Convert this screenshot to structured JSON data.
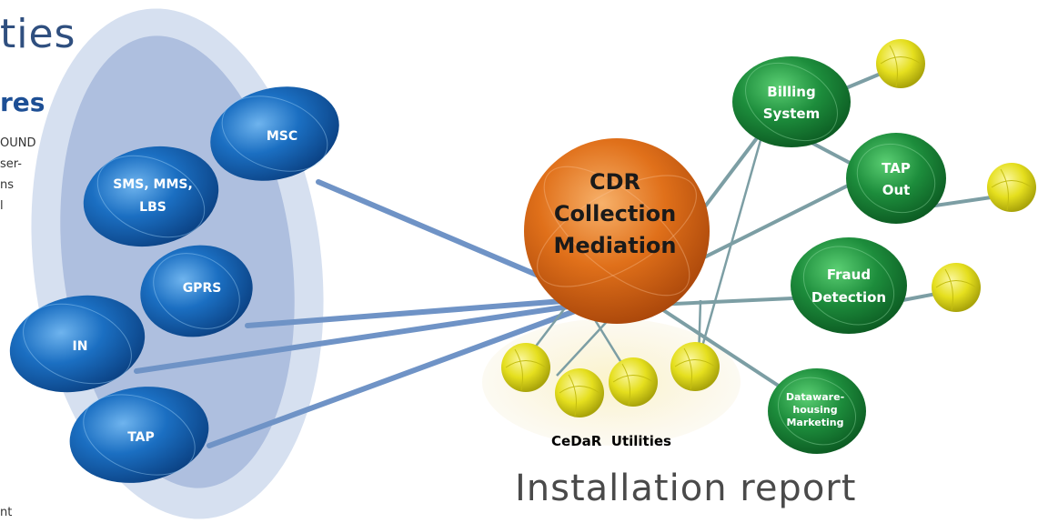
{
  "header": {
    "title_fragment": "ties",
    "subtitle_fragment": "res"
  },
  "side_text": [
    "OUND",
    "ser-",
    "ns",
    "l",
    "nt"
  ],
  "footer": {
    "title": "Installation report"
  },
  "sources": [
    {
      "id": "msc",
      "lines": [
        "MSC"
      ]
    },
    {
      "id": "sms",
      "lines": [
        "SMS, MMS,",
        "LBS"
      ]
    },
    {
      "id": "gprs",
      "lines": [
        "GPRS"
      ]
    },
    {
      "id": "in",
      "lines": [
        "IN"
      ]
    },
    {
      "id": "tap",
      "lines": [
        "TAP"
      ]
    }
  ],
  "hub": {
    "lines": [
      "CDR",
      "Collection",
      "Mediation"
    ]
  },
  "outputs": [
    {
      "id": "billing",
      "lines": [
        "Billing",
        "System"
      ]
    },
    {
      "id": "tapout",
      "lines": [
        "TAP",
        "Out"
      ]
    },
    {
      "id": "fraud",
      "lines": [
        "Fraud",
        "Detection"
      ]
    },
    {
      "id": "dwh",
      "lines": [
        "Dataware-",
        "housing",
        "Marketing"
      ]
    }
  ],
  "utilities": {
    "label": "CeDaR  Utilities"
  },
  "colors": {
    "source_node": "#1666b8",
    "hub": "#e36f14",
    "output_node": "#1c8a3a",
    "utility_node": "#e8e21c",
    "cloud": "#b9c9e3",
    "link_blue": "#6f93c6",
    "link_gray": "#7c9ea4"
  }
}
